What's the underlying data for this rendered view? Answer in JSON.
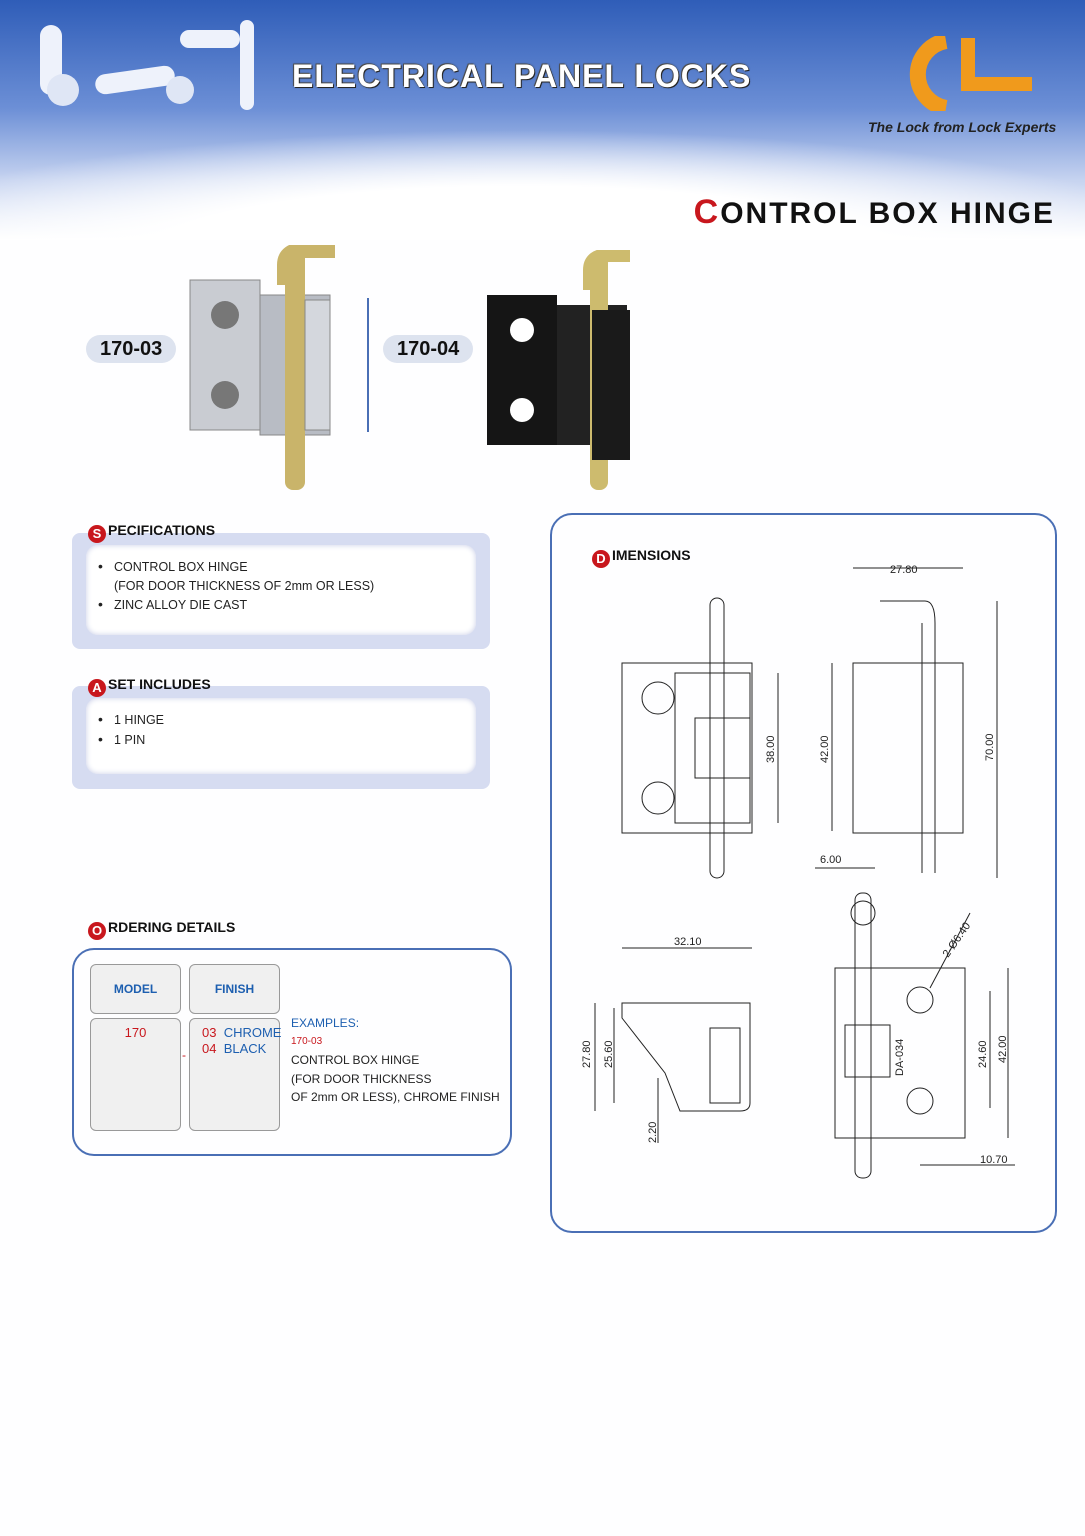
{
  "header": {
    "title": "ELECTRICAL PANEL LOCKS",
    "tagline": "The Lock from Lock Experts",
    "logo_text": "CL"
  },
  "page_title": {
    "first_letter": "C",
    "rest": "ONTROL BOX HINGE"
  },
  "products": [
    {
      "model": "170-03",
      "finish": "chrome"
    },
    {
      "model": "170-04",
      "finish": "black"
    }
  ],
  "specifications": {
    "letter": "S",
    "title": "PECIFICATIONS",
    "items": [
      "CONTROL BOX HINGE",
      "(FOR DOOR THICKNESS OF 2mm OR LESS)",
      "ZINC ALLOY DIE CAST"
    ]
  },
  "set_includes": {
    "letter": "A",
    "title": "SET INCLUDES",
    "items": [
      "1 HINGE",
      "1 PIN"
    ]
  },
  "ordering": {
    "letter": "O",
    "title": "RDERING DETAILS",
    "model_header": "MODEL",
    "finish_header": "FINISH",
    "model_value": "170",
    "separator": "-",
    "finishes": [
      {
        "code": "03",
        "name": "CHROME"
      },
      {
        "code": "04",
        "name": "BLACK"
      }
    ],
    "examples_label": "EXAMPLES:",
    "example_code": "170-03",
    "example_lines": [
      "CONTROL BOX HINGE",
      "(FOR DOOR THICKNESS",
      "OF 2mm OR LESS), CHROME FINISH"
    ]
  },
  "dimensions": {
    "letter": "D",
    "title": "IMENSIONS",
    "labels": {
      "w1": "27.80",
      "h1": "38.00",
      "h2": "42.00",
      "h3": "70.00",
      "t1": "6.00",
      "w2": "32.10",
      "h4": "27.80",
      "h5": "25.60",
      "t2": "2.20",
      "hole": "2-Ø6.40",
      "h6": "24.60",
      "h7": "42.00",
      "w3": "10.70",
      "part": "DA-034"
    }
  }
}
